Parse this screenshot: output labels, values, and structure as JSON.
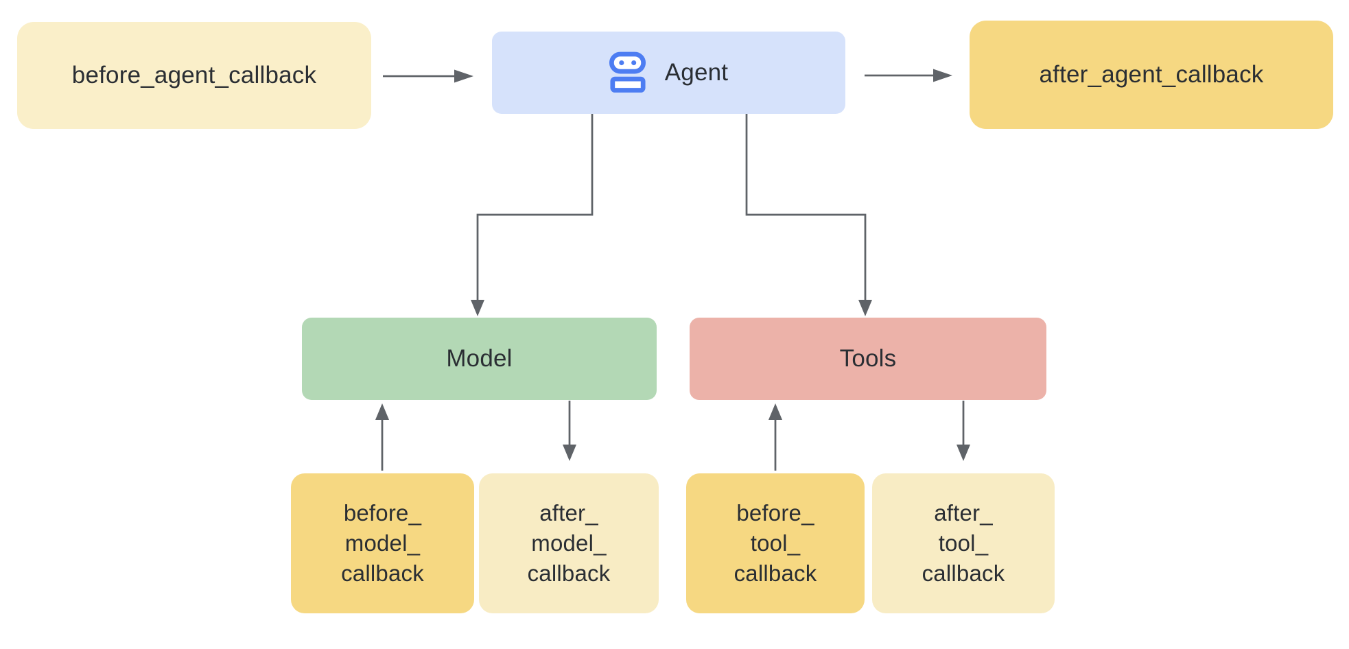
{
  "diagram": {
    "nodes": {
      "before_agent": {
        "label": "before_agent_callback"
      },
      "agent": {
        "label": "Agent",
        "icon": "robot-icon"
      },
      "after_agent": {
        "label": "after_agent_callback"
      },
      "model": {
        "label": "Model"
      },
      "tools": {
        "label": "Tools"
      },
      "before_model": {
        "lines": [
          "before_",
          "model_",
          "callback"
        ]
      },
      "after_model": {
        "lines": [
          "after_",
          "model_",
          "callback"
        ]
      },
      "before_tool": {
        "lines": [
          "before_",
          "tool_",
          "callback"
        ]
      },
      "after_tool": {
        "lines": [
          "after_",
          "tool_",
          "callback"
        ]
      }
    },
    "edges": [
      {
        "from": "before_agent_callback",
        "to": "Agent"
      },
      {
        "from": "Agent",
        "to": "after_agent_callback"
      },
      {
        "from": "Agent",
        "to": "Model"
      },
      {
        "from": "Agent",
        "to": "Tools"
      },
      {
        "from": "before_model_callback",
        "to": "Model"
      },
      {
        "from": "Model",
        "to": "after_model_callback"
      },
      {
        "from": "before_tool_callback",
        "to": "Tools"
      },
      {
        "from": "Tools",
        "to": "after_tool_callback"
      }
    ],
    "colors": {
      "cream": "#FAEFC9",
      "gold": "#F6D882",
      "light_yellow": "#F8ECC4",
      "agent_blue_bg": "#D6E2FB",
      "robot_blue": "#4D7DF2",
      "model_green": "#B3D8B5",
      "tools_salmon": "#ECB2A9",
      "connector_gray": "#5F6368",
      "text": "#2A2E33"
    }
  }
}
